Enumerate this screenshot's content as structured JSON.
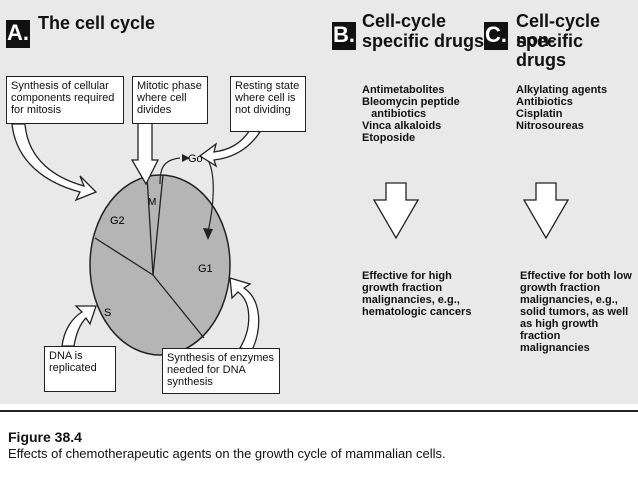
{
  "panel_a": {
    "badge": "A.",
    "title": "The cell cycle",
    "box_synthesis": "Synthesis of cellular components required for mitosis",
    "box_mitotic": "Mitotic phase where cell divides",
    "box_resting": "Resting state where cell is not dividing",
    "box_dna": "DNA is replicated",
    "box_enzymes": "Synthesis of enzymes needed for DNA synthesis",
    "phase_g0": "Go",
    "phase_m": "M",
    "phase_g2": "G2",
    "phase_g1": "G1",
    "phase_s": "S"
  },
  "panel_b": {
    "badge": "B.",
    "title_line1": "Cell-cycle",
    "title_line2": "specific drugs",
    "drugs": "Antimetabolites\nBleomycin peptide\n   antibiotics\nVinca alkaloids\nEtoposide",
    "effect": "Effective for high growth fraction malignancies, e.g., hematologic cancers"
  },
  "panel_c": {
    "badge": "C.",
    "title_line1": "Cell-cycle non-",
    "title_line2": "specific drugs",
    "drugs": "Alkylating agents\nAntibiotics\nCisplatin\nNitrosoureas",
    "effect": "Effective for  both low growth fraction malignancies, e.g., solid tumors, as well as high growth fraction malignancies"
  },
  "figure": {
    "label": "Figure 38.4",
    "caption": "Effects of chemotherapeutic agents on the growth cycle of mammalian cells."
  },
  "colors": {
    "pie_fill": "#b5b5b5",
    "outline": "#222222",
    "panel_bg": "#e9e9e9"
  }
}
